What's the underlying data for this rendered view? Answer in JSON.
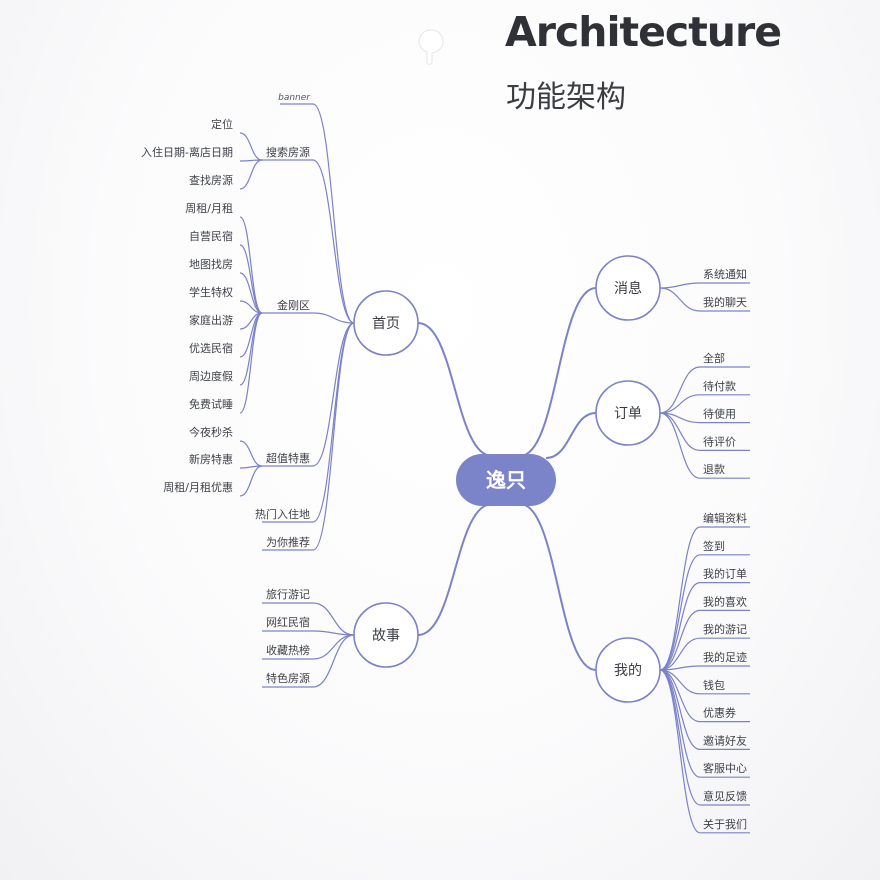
{
  "title": "Architecture",
  "subtitle": "功能架构",
  "root": "逸只",
  "colors": {
    "accent": "#7b84c9",
    "line": "#7b82c8",
    "text": "#3e4148"
  },
  "branches": {
    "home": {
      "label": "首页",
      "items": {
        "banner": "banner",
        "search": {
          "label": "搜索房源",
          "children": [
            "定位",
            "入住日期-离店日期",
            "查找房源"
          ]
        },
        "kingkong": {
          "label": "金刚区",
          "children": [
            "周租/月租",
            "自营民宿",
            "地图找房",
            "学生特权",
            "家庭出游",
            "优选民宿",
            "周边度假",
            "免费试睡"
          ]
        },
        "deals": {
          "label": "超值特惠",
          "children": [
            "今夜秒杀",
            "新房特惠",
            "周租/月租优惠"
          ]
        },
        "hot": "热门入住地",
        "recommend": "为你推荐"
      }
    },
    "story": {
      "label": "故事",
      "children": [
        "旅行游记",
        "网红民宿",
        "收藏热榜",
        "特色房源"
      ]
    },
    "message": {
      "label": "消息",
      "children": [
        "系统通知",
        "我的聊天"
      ]
    },
    "order": {
      "label": "订单",
      "children": [
        "全部",
        "待付款",
        "待使用",
        "待评价",
        "退款"
      ]
    },
    "mine": {
      "label": "我的",
      "children": [
        "编辑资料",
        "签到",
        "我的订单",
        "我的喜欢",
        "我的游记",
        "我的足迹",
        "钱包",
        "优惠券",
        "邀请好友",
        "客服中心",
        "意见反馈",
        "关于我们"
      ]
    }
  }
}
